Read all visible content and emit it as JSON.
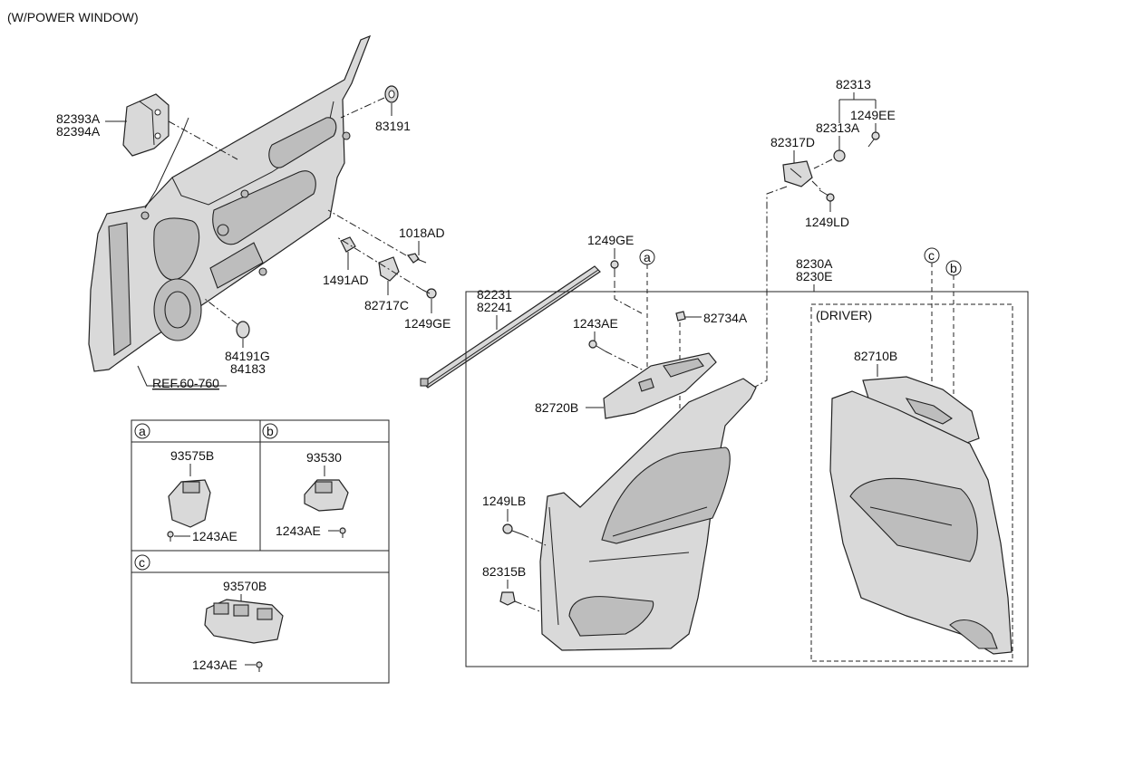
{
  "header": {
    "title": "(W/POWER WINDOW)"
  },
  "door_frame": {
    "labels": {
      "p82393A": "82393A",
      "p82394A": "82394A",
      "p83191": "83191",
      "p1018AD": "1018AD",
      "p1491AD": "1491AD",
      "p82717C": "82717C",
      "p1249GE_a": "1249GE",
      "p84191G": "84191G",
      "p84183": "84183",
      "ref": "REF.60-760"
    }
  },
  "weatherstrip": {
    "labels": {
      "p82231": "82231",
      "p82241": "82241",
      "p1249GE_b": "1249GE"
    }
  },
  "hinge_group": {
    "labels": {
      "p82313": "82313",
      "p1249EE": "1249EE",
      "p82313A": "82313A",
      "p82317D": "82317D",
      "p1249LD": "1249LD"
    }
  },
  "trim_panel": {
    "labels": {
      "p8230A": "8230A",
      "p8230E": "8230E",
      "p82734A": "82734A",
      "p1243AE": "1243AE",
      "p82720B": "82720B",
      "p1249LB": "1249LB",
      "p82315B": "82315B",
      "driver": "(DRIVER)",
      "p82710B": "82710B"
    },
    "callouts": {
      "a": "a",
      "b": "b",
      "c": "c"
    }
  },
  "switch_table": {
    "a": {
      "tag": "a",
      "part": "93575B",
      "screw": "1243AE"
    },
    "b": {
      "tag": "b",
      "part": "93530",
      "screw": "1243AE"
    },
    "c": {
      "tag": "c",
      "part": "93570B",
      "screw": "1243AE"
    }
  }
}
